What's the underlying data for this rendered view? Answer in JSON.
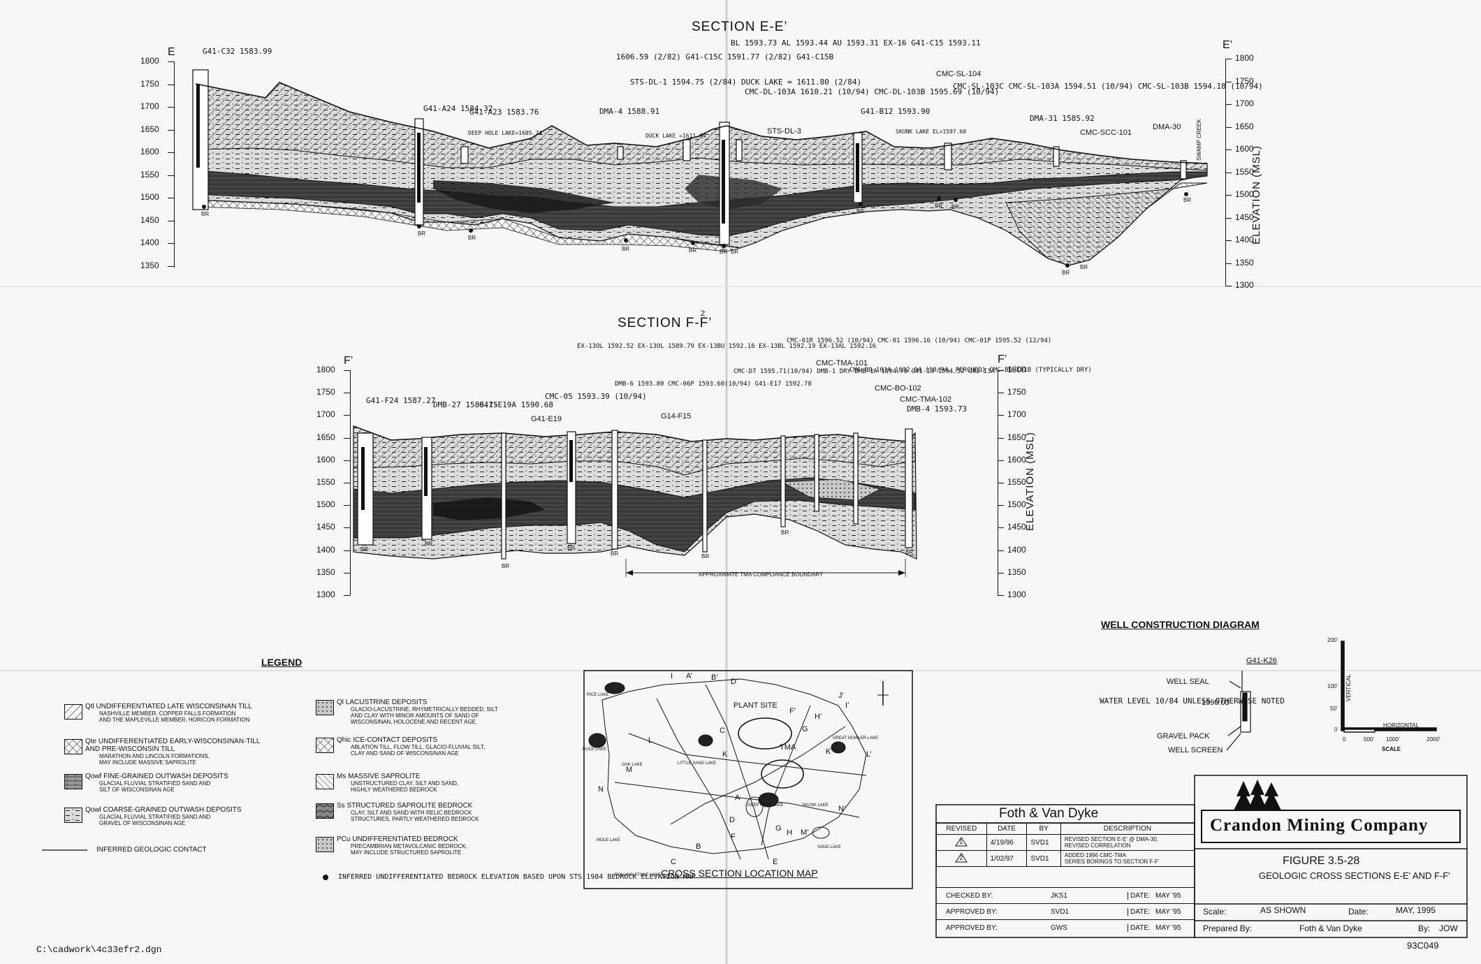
{
  "sections": {
    "ee": {
      "title": "SECTION E-E’",
      "left_label": "E",
      "right_label": "E’",
      "axis_ticks": [
        "1800",
        "1750",
        "1700",
        "1650",
        "1600",
        "1550",
        "1500",
        "1450",
        "1400",
        "1350"
      ],
      "axis_ticks_right": [
        "1800",
        "1750",
        "1700",
        "1650",
        "1600",
        "1550",
        "1500",
        "1450",
        "1400",
        "1350",
        "1300"
      ],
      "elevation_label": "ELEVATION (MSL)",
      "labels": {
        "g41c32": "G41-C32\n1583.99",
        "g41a24": "G41-A24\n1584.32",
        "g41a23": "G41-A23\n1583.76",
        "deephole": "DEEP HOLE\nLAKE=1605.74",
        "c15c": "1606.59 (2/82) G41-C15C\n1591.77 (2/82) G41-C15B",
        "bl": "BL 1593.73\nAL 1593.44\nAU 1593.31\nEX-16\nG41-C15 1593.11",
        "stsdl1": "STS-DL-1\n1594.75 (2/84)\nDUCK LAKE =\n1611.80 (2/84)",
        "dma4": "DMA-4\n1588.91",
        "ducklake": "DUCK LAKE\n=1611.94",
        "cmcdl": "CMC-DL-103A 1610.21 (10/94)\nCMC-DL-103B 1595.69 (10/94)",
        "stsdl3": "STS-DL-3",
        "g41b12": "G41-B12\n1593.90",
        "skunk": "SKUNK LAKE\nEL=1597.60",
        "cmcsl104": "CMC-SL-104",
        "cmcsl103": "CMC-SL-103C\nCMC-SL-103A 1594.51 (10/94)\nCMC-SL-103B 1594.18 (10/94)",
        "dma31": "DMA-31\n1585.92",
        "cmcscc": "CMC-SCC-101",
        "dma30": "DMA-30",
        "swamp": "SWAMP CREEK"
      },
      "br": "BR"
    },
    "ff": {
      "title": "SECTION F-F’",
      "rev_mark": "2",
      "left_label": "F’",
      "right_label": "F’",
      "axis_ticks": [
        "1800",
        "1750",
        "1700",
        "1650",
        "1600",
        "1550",
        "1500",
        "1450",
        "1400",
        "1350",
        "1300"
      ],
      "elevation_label": "ELEVATION (MSL)",
      "labels": {
        "g41f24": "G41-F24\n1587.27",
        "dmb27": "DMB-27\n1588.75",
        "g41e19a": "G41-E19A\n1590.68",
        "g41e19": "G41-E19",
        "cmc05": "CMC-05\n1593.39\n(10/94)",
        "ex": "EX-13OL 1592.52\nEX-13OL 1589.79\nEX-13BU 1592.16\nEX-13BL 1592.19\nEX-13AL 1592.16",
        "dmb6": "DMB-6 1593.80\nCMC-06P 1593.60(10/94)\nG41-E17 1592.78",
        "g14f15": "G14-F15",
        "cmcd7": "CMC-D7 1595.71(10/94)\nDMB-1 DRY\nDMB-1A 1594.78\nG41-I3 1594.52\nG41-I3A",
        "cmc01": "CMC-01R 1596.52 (10/94)\nCMC-01 1596.16 (10/94)\nCMC-01P 1595.52 (12/94)",
        "tma101": "CMC-TMA-101",
        "bo101": "CMC-BO-101A 1632.04 (10/94, PERCHED)\nCMC-BO-101B (TYPICALLY DRY)",
        "bo102": "CMC-BO-102",
        "tma102": "CMC-TMA-102",
        "dmb4": "DMB-4\n1593.73",
        "boundary": "APPROXIMATE TMA COMPLIANCE BOUNDARY"
      },
      "br": "BR"
    }
  },
  "legend": {
    "title": "LEGEND",
    "items": [
      {
        "code": "Qtl",
        "title": "UNDIFFERENTIATED LATE WISCONSINAN TILL",
        "sub": "NASHVILLE MEMBER, COPPER FALLS FORMATION\nAND THE MAPLEVILLE MEMBER, HORICON FORMATION"
      },
      {
        "code": "Qte",
        "title": "UNDIFFERENTIATED EARLY-WISCONSINAN-TILL\nAND PRE-WISCONSIN TILL",
        "sub": "MARATHON AND LINCOLN FORMATIONS,\nMAY INCLUDE MASSIVE SAPROLITE"
      },
      {
        "code": "Qowf",
        "title": "FINE-GRAINED OUTWASH DEPOSITS",
        "sub": "GLACIAL FLUVIAL STRATIFIED SAND AND\nSILT OF WISCONSINAN AGE"
      },
      {
        "code": "Qowl",
        "title": "COARSE-GRAINED OUTWASH DEPOSITS",
        "sub": "GLACIAL FLUVIAL STRATIFIED SAND AND\nGRAVEL OF WISCONSINAN AGE"
      },
      {
        "code": "Ql",
        "title": "LACUSTRINE DEPOSITS",
        "sub": "GLACIO-LACUSTRINE, RHYMETRICALLY BEDDED, SILT\nAND CLAY WITH MINOR AMOUNTS OF SAND OF\nWISCONSINAN, HOLOCENE AND RECENT AGE."
      },
      {
        "code": "Qhic",
        "title": "ICE-CONTACT DEPOSITS",
        "sub": "ABLATION TILL, FLOW TILL, GLACIO-FLUVIAL SILT,\nCLAY AND SAND OF WISCONSINAN AGE"
      },
      {
        "code": "Ms",
        "title": "MASSIVE SAPROLITE",
        "sub": "UNSTRUCTURED CLAY, SILT AND SAND,\nHIGHLY WEATHERED BEDROCK"
      },
      {
        "code": "Ss",
        "title": "STRUCTURED SAPROLITE BEDROCK",
        "sub": "CLAY, SILT AND SAND WITH RELIC BEDROCK\nSTRUCTURES, PARTLY WEATHERED BEDROCK"
      },
      {
        "code": "PCu",
        "title": "UNDIFFERENTIATED BEDROCK",
        "sub": "PRECAMBRIAN METAVOLCANIC BEDROCK,\nMAY INCLUDE STRUCTURED SAPROLITE"
      }
    ],
    "contact": "INFERRED GEOLOGIC CONTACT",
    "br_note": "INFERRED UNDIFFERENTIATED BEDROCK ELEVATION\nBASED UPON STS 1984 BEDROCK ELEVATION MAP"
  },
  "map": {
    "title": "CROSS SECTION LOCATION MAP",
    "labels": [
      "I",
      "A’",
      "B’",
      "D’",
      "J’",
      "I’",
      "PLANT SITE",
      "L",
      "C",
      "F’",
      "H’",
      "G",
      "TMA",
      "K",
      "K’",
      "L’",
      "M",
      "N",
      "A",
      "B",
      "C",
      "D",
      "E",
      "F",
      "G",
      "H",
      "M’",
      "N’"
    ],
    "lakes": [
      "RICE LAKE",
      "DUCK LAKE",
      "MOLE LAKE",
      "OAK LAKE",
      "LITTLE SAND LAKE",
      "DEEP HOLE LAKE",
      "ROLLING STONE LAKE",
      "SKUNK LAKE",
      "SAND LAKE",
      "GREAT HOWLER LAKE"
    ]
  },
  "well": {
    "title": "WELL CONSTRUCTION DIAGRAM",
    "id": "G41-K26",
    "elev": "1590.03",
    "water": "WATER LEVEL 10/84\nUNLESS OTHERWISE\nNOTED",
    "seal": "WELL SEAL",
    "gravel": "GRAVEL PACK",
    "screen": "WELL SCREEN"
  },
  "scale": {
    "vertical": "VERTICAL",
    "horizontal": "HORIZONTAL",
    "title": "SCALE",
    "v_ticks": [
      "200'",
      "100'",
      "50'",
      "0"
    ],
    "h_ticks": [
      "0",
      "500'",
      "1000'",
      "2000'"
    ]
  },
  "title_block": {
    "firm": "Foth & Van Dyke",
    "rev_headers": [
      "REVISED",
      "DATE",
      "BY",
      "DESCRIPTION"
    ],
    "revisions": [
      {
        "mark": "1",
        "date": "4/19/96",
        "by": "SVD1",
        "desc": "REVISED SECTION E-E' @ DMA-30,\nREVISED CORRELATION"
      },
      {
        "mark": "2",
        "date": "1/02/97",
        "by": "SVD1",
        "desc": "ADDED 1996 CMC-TMA\nSERIES BORINGS TO SECTION F-F'"
      }
    ],
    "checked": {
      "label": "CHECKED BY:",
      "name": "JKS1",
      "date_label": "DATE:",
      "date": "MAY '95"
    },
    "approved1": {
      "label": "APPROVED BY:",
      "name": "SVD1",
      "date_label": "DATE:",
      "date": "MAY '95"
    },
    "approved2": {
      "label": "APPROVED BY:",
      "name": "GWS",
      "date_label": "DATE:",
      "date": "MAY '95"
    },
    "company": "Crandon Mining Company",
    "figure": "FIGURE 3.5-28",
    "fig_title": "GEOLOGIC CROSS SECTIONS\nE-E' AND F-F'",
    "scale_label": "Scale:",
    "scale_value": "AS SHOWN",
    "date_label": "Date:",
    "date_value": "MAY, 1995",
    "prepared_label": "Prepared By:",
    "prepared_value": "Foth & Van Dyke",
    "by_label": "By:",
    "by_value": "JOW",
    "drawing_no": "93C049"
  },
  "file_path": "C:\\cadwork\\4c33efr2.dgn"
}
